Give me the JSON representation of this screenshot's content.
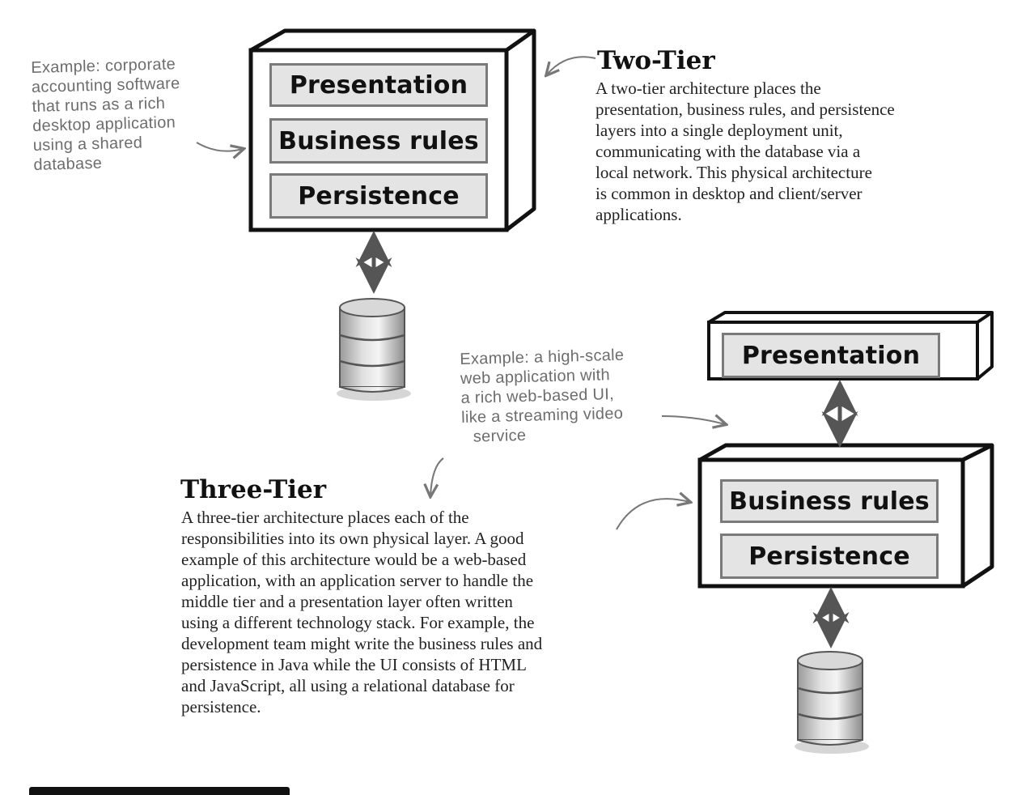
{
  "two_tier": {
    "heading": "Two-Tier",
    "description": [
      "A two-tier architecture places the",
      "presentation, business rules, and persistence",
      "layers into a single deployment unit,",
      "communicating with the database via a",
      "local network. This physical architecture",
      "is common in desktop and client/server",
      "applications."
    ],
    "example_note": [
      "Example: corporate",
      "accounting software",
      "that runs as a rich",
      "desktop application",
      "using a shared",
      "database"
    ],
    "layers": [
      "Presentation",
      "Business rules",
      "Persistence"
    ]
  },
  "three_tier": {
    "heading": "Three-Tier",
    "description": [
      "A three-tier architecture places each of the",
      "responsibilities into its own physical layer. A good",
      "example of this architecture would be a web-based",
      "application, with an application server to handle the",
      "middle tier and a presentation layer often written",
      "using a different technology stack. For example, the",
      "development team might write the business rules and",
      "persistence in Java while the UI consists of HTML",
      "and JavaScript, all using a relational database for",
      "persistence."
    ],
    "example_note": [
      "Example: a high-scale",
      "web application with",
      "a rich web-based UI,",
      "like a streaming video",
      "service"
    ],
    "presentation_layer": "Presentation",
    "middle_layers": [
      "Business rules",
      "Persistence"
    ]
  }
}
